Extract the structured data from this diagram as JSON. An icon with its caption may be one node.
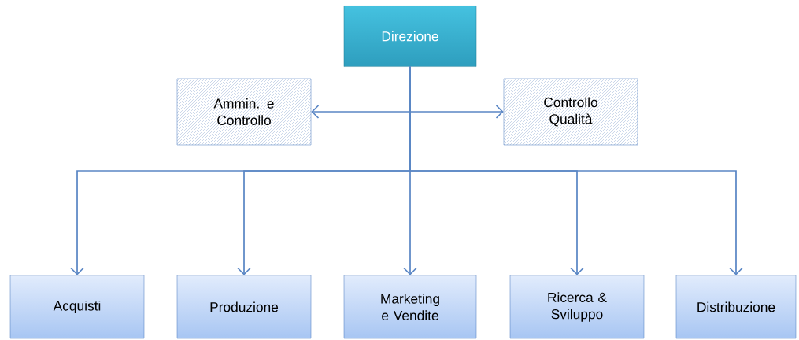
{
  "diagram": {
    "nodes": [
      {
        "text": [
          "Direzione"
        ]
      },
      {
        "text": [
          "Ammin. e Controllo"
        ]
      },
      {
        "text": [
          "Controllo Qualità"
        ]
      },
      {
        "text": [
          "Acquisti"
        ]
      },
      {
        "text": [
          "Produzione"
        ]
      },
      {
        "text": [
          "Marketing e Vendite"
        ]
      },
      {
        "text": [
          "Ricerca & Sviluppo"
        ]
      },
      {
        "text": [
          "Distribuzione"
        ]
      }
    ],
    "edges": [
      {
        "from": 0,
        "to": 1,
        "arrow": "to"
      },
      {
        "from": 0,
        "to": 2,
        "arrow": "to"
      },
      {
        "from": 0,
        "to": 3,
        "arrow": "to"
      },
      {
        "from": 0,
        "to": 4,
        "arrow": "to"
      },
      {
        "from": 0,
        "to": 5,
        "arrow": "to"
      },
      {
        "from": 0,
        "to": 6,
        "arrow": "to"
      },
      {
        "from": 0,
        "to": 7,
        "arrow": "to"
      }
    ]
  }
}
